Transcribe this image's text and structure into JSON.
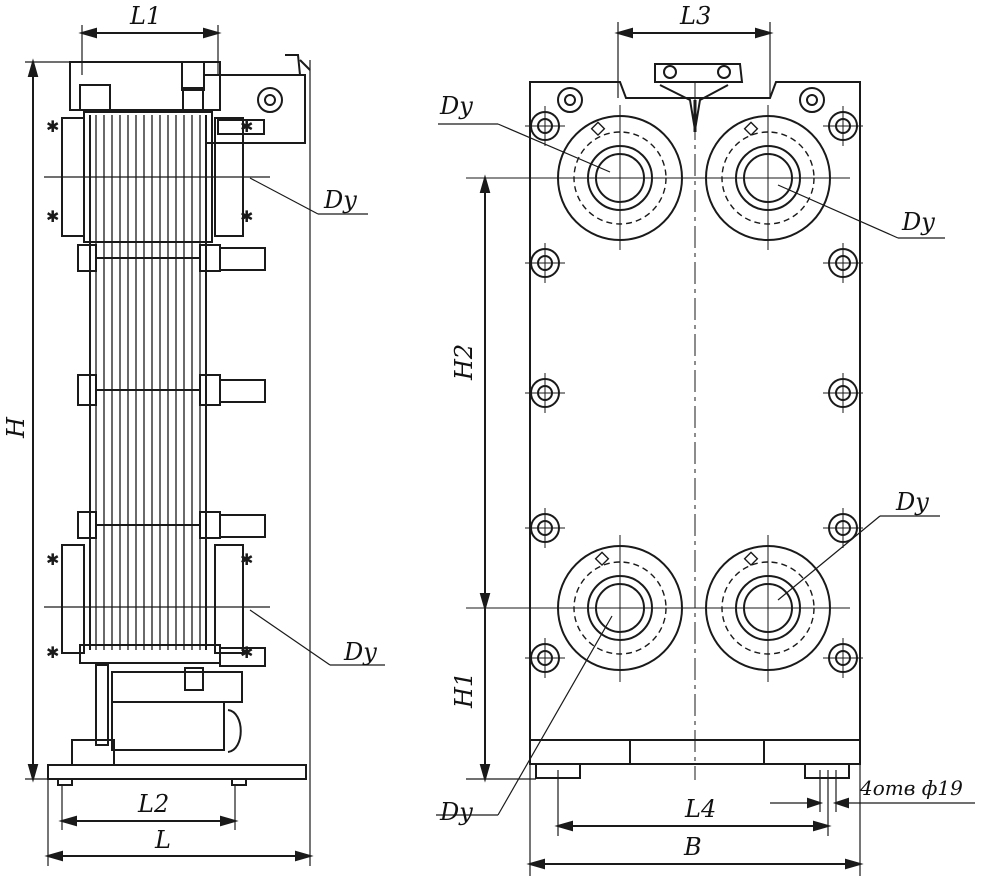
{
  "drawing": {
    "side_view": {
      "dims": {
        "L1": "L1",
        "L2": "L2",
        "L": "L",
        "H": "H"
      },
      "nozzle_labels": [
        "Dy",
        "Dy"
      ]
    },
    "front_view": {
      "dims": {
        "L3": "L3",
        "L4": "L4",
        "B": "B",
        "H1": "H1",
        "H2": "H2"
      },
      "nozzle_labels": [
        "Dy",
        "Dy",
        "Dy",
        "Dy"
      ],
      "holes_note": "4отв ф19"
    },
    "colors": {
      "line": "#1a1a1a",
      "background": "#ffffff"
    }
  }
}
